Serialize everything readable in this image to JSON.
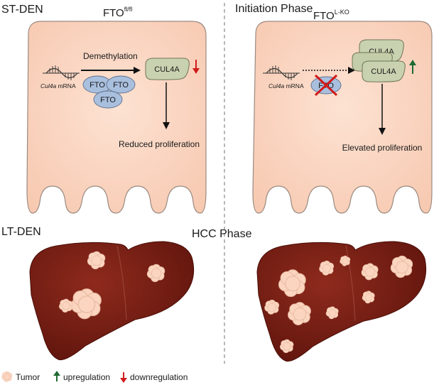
{
  "labels": {
    "st_den": "ST-DEN",
    "lt_den": "LT-DEN",
    "initiation_phase": "Initiation Phase",
    "hcc_phase": "HCC Phase",
    "fto_base": "FTO",
    "fto_flfl_sup": "fl/fl",
    "fto_lko_sup": "L-KO"
  },
  "left_cell": {
    "mrna_gene": "Cul4a",
    "mrna_suffix": " mRNA",
    "arrow_label": "Demethylation",
    "fto_protein": "FTO",
    "cul4a_protein": "CUL4A",
    "outcome": "Reduced proliferation"
  },
  "right_cell": {
    "mrna_gene": "Cul4a",
    "mrna_suffix": " mRNA",
    "fto_protein": "FTO",
    "cul4a_protein": "CUL4A",
    "outcome": "Elevated proliferation"
  },
  "legend": {
    "tumor": "Tumor",
    "upregulation": "upregulation",
    "downregulation": "downregulation"
  },
  "colors": {
    "cell_fill": "#fbd6c2",
    "cell_stroke": "#9a8a80",
    "liver": "#7a1c12",
    "tumor": "#fbd5c0",
    "fto": "#a9bfde",
    "cul4a": "#c9d2b0",
    "up_arrow": "#1f6b33",
    "down_arrow": "#d01c1c",
    "cross": "#d21a1a"
  }
}
